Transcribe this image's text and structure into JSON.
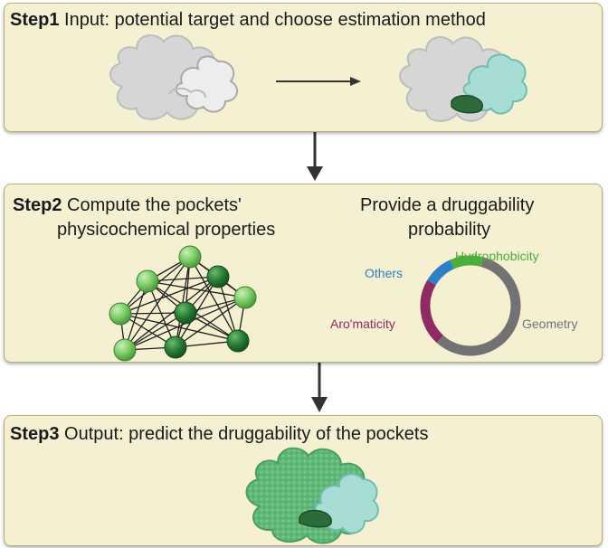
{
  "step1": {
    "label": "Step1",
    "text": " Input: potential target and choose estimation method"
  },
  "step2": {
    "label": "Step2",
    "text_line1": "  Compute the  pockets'",
    "text_line2": "physicochemical properties",
    "right_line1": "Provide a druggability",
    "right_line2": "probability"
  },
  "step3": {
    "label": "Step3",
    "text": " Output: predict the druggability of the pockets"
  },
  "donut": {
    "segments": [
      {
        "label": "Hydrophobicity",
        "value": 10,
        "color": "#4cae3c"
      },
      {
        "label": "Geometry",
        "value": 53,
        "color": "#727272"
      },
      {
        "label": "Aro'maticity",
        "value": 20,
        "color": "#8f2b63"
      },
      {
        "label": "Others",
        "value": 9,
        "color": "#2f7fc6"
      }
    ]
  },
  "colors": {
    "panel_bg": "#f6f0d2",
    "protein_grey": "#d6d6d6",
    "pocket_teal": "#a7ddd4",
    "ligand_green": "#2d6b3a",
    "node_light": "#7ccd67",
    "node_dark": "#2a7d3a"
  }
}
